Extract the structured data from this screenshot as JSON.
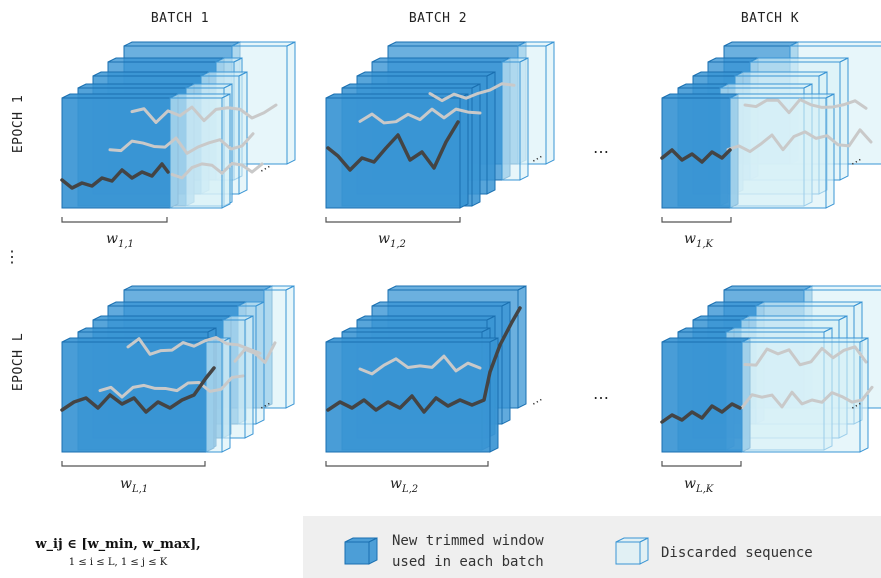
{
  "headers": {
    "batch_1": "BATCH 1",
    "batch_2": "BATCH 2",
    "batch_k": "BATCH K"
  },
  "epochs": {
    "epoch_1": "EPOCH 1",
    "epoch_l": "EPOCH L",
    "vertical_dots": "⋮"
  },
  "ellipsis": "⋯",
  "windows": {
    "w11": {
      "base": "w",
      "sub": "1,1"
    },
    "w12": {
      "base": "w",
      "sub": "1,2"
    },
    "w1k": {
      "base": "w",
      "sub": "1,K"
    },
    "wl1": {
      "base": "w",
      "sub": "L,1"
    },
    "wl2": {
      "base": "w",
      "sub": "L,2"
    },
    "wlk": {
      "base": "w",
      "sub": "L,K"
    }
  },
  "formula": {
    "line1": "w_ij ∈ [w_min, w_max],",
    "line2": "1 ≤ i ≤ L, 1 ≤ j ≤ K"
  },
  "legend": {
    "new_window_line1": "New trimmed window",
    "new_window_line2": "used in each batch",
    "discarded": "Discarded sequence"
  },
  "colors": {
    "window_fill": "#3a95d4",
    "window_stroke": "#1a6fb0",
    "discarded_fill": "#d8f1f7",
    "discarded_stroke": "#3a95d4",
    "series_dark": "#444444",
    "series_faded": "#c9c9c9",
    "legend_bg": "#efefef"
  }
}
